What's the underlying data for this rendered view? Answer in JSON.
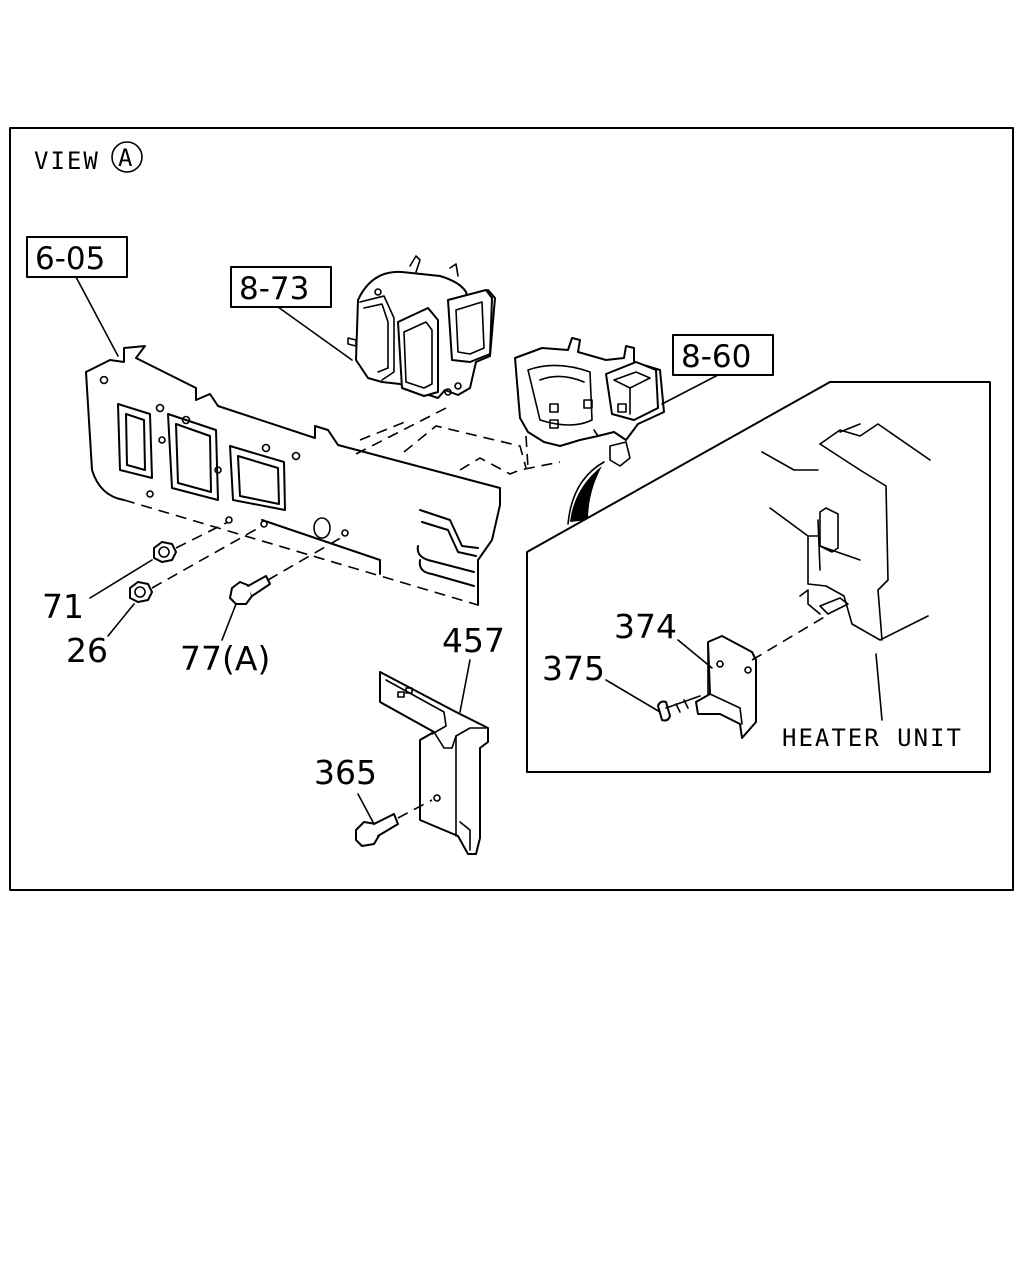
{
  "view": {
    "prefix": "VIEW",
    "letter": "A"
  },
  "callouts": {
    "ref_605": "6-05",
    "ref_873": "8-73",
    "ref_860": "8-60",
    "p71": "71",
    "p26": "26",
    "p77": "77(A)",
    "p457": "457",
    "p365": "365",
    "p374": "374",
    "p375": "375"
  },
  "detail": {
    "heater_unit": "HEATER UNIT"
  }
}
